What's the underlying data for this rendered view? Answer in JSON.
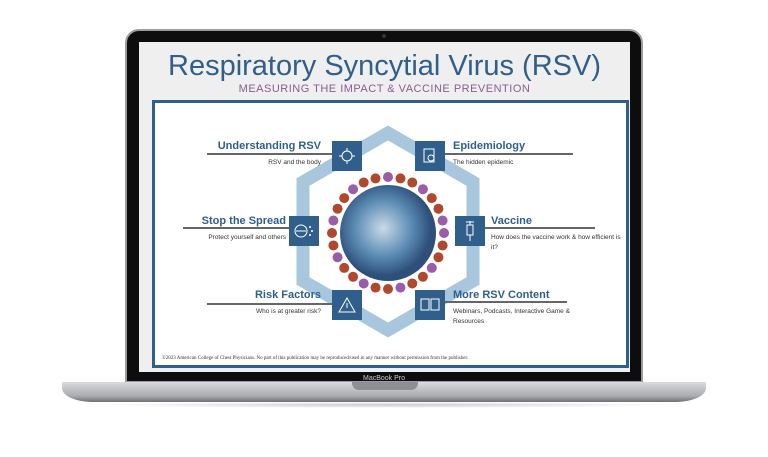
{
  "header": {
    "title": "Respiratory Syncytial Virus (RSV)",
    "subtitle": "MEASURING THE IMPACT & VACCINE PREVENTION"
  },
  "items": [
    {
      "title": "Understanding RSV",
      "desc": "RSV and the body",
      "icon": "virus-icon"
    },
    {
      "title": "Epidemiology",
      "desc": "The hidden epidemic",
      "icon": "document-search-icon"
    },
    {
      "title": "Stop the Spread",
      "desc": "Protect yourself and others",
      "icon": "mask-icon"
    },
    {
      "title": "Vaccine",
      "desc": "How does the vaccine work & how efficient is it?",
      "icon": "syringe-icon"
    },
    {
      "title": "Risk Factors",
      "desc": "Who is at greater risk?",
      "icon": "warning-icon"
    },
    {
      "title": "More RSV Content",
      "desc": "Webinars, Podcasts, Interactive Game & Resources",
      "icon": "book-icon"
    }
  ],
  "footer": {
    "copyright": "©2023 American College of Chest Physicians.  No part of this publication may be reproduced/used in any manner without permission from the publisher."
  },
  "device": {
    "label": "MacBook Pro"
  },
  "colors": {
    "brand": "#2f5f8a",
    "accent": "#8a5a96",
    "hex": "#a9c7dc"
  }
}
